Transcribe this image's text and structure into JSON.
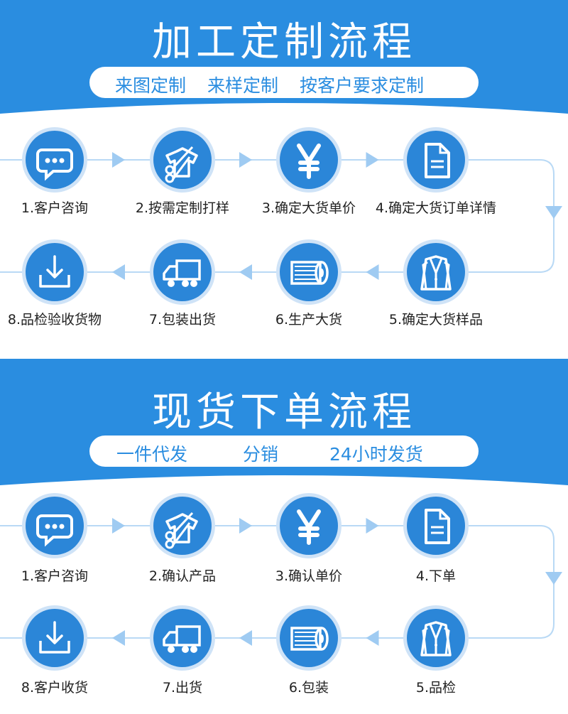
{
  "colors": {
    "banner_blue": "#2a8de0",
    "circle_blue": "#2b86d8",
    "ring_light": "#cfe3f7",
    "arrow_blue": "#9fcbf2",
    "line_blue": "#b9d9f5"
  },
  "sections": [
    {
      "title": "加工定制流程",
      "subtitles": [
        "来图定制",
        "来样定制",
        "按客户要求定制"
      ],
      "steps": [
        {
          "label": "1.客户咨询",
          "icon": "chat-icon"
        },
        {
          "label": "2.按需定制打样",
          "icon": "scissors-shirt-icon"
        },
        {
          "label": "3.确定大货单价",
          "icon": "yen-icon"
        },
        {
          "label": "4.确定大货订单详情",
          "icon": "document-icon"
        },
        {
          "label": "5.确定大货样品",
          "icon": "suit-icon"
        },
        {
          "label": "6.生产大货",
          "icon": "fabric-roll-icon"
        },
        {
          "label": "7.包装出货",
          "icon": "truck-icon"
        },
        {
          "label": "8.品检验收货物",
          "icon": "download-tray-icon"
        }
      ]
    },
    {
      "title": "现货下单流程",
      "subtitles": [
        "一件代发",
        "分销",
        "24小时发货"
      ],
      "steps": [
        {
          "label": "1.客户咨询",
          "icon": "chat-icon"
        },
        {
          "label": "2.确认产品",
          "icon": "scissors-shirt-icon"
        },
        {
          "label": "3.确认单价",
          "icon": "yen-icon"
        },
        {
          "label": "4.下单",
          "icon": "document-icon"
        },
        {
          "label": "5.品检",
          "icon": "suit-icon"
        },
        {
          "label": "6.包装",
          "icon": "fabric-roll-icon"
        },
        {
          "label": "7.出货",
          "icon": "truck-icon"
        },
        {
          "label": "8.客户收货",
          "icon": "download-tray-icon"
        }
      ]
    }
  ]
}
